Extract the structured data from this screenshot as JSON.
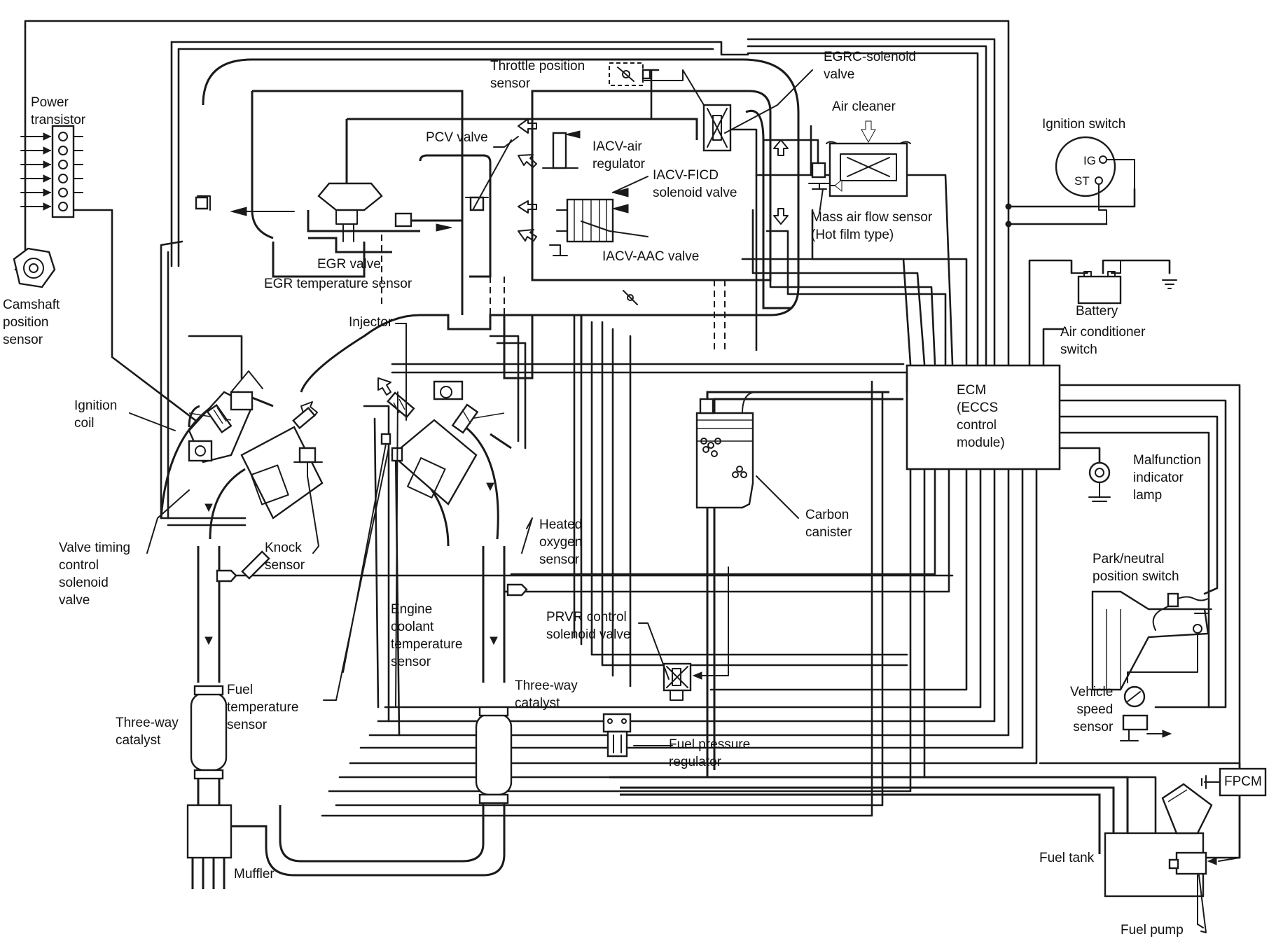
{
  "labels": {
    "power_transistor": [
      "Power",
      "transistor"
    ],
    "camshaft_position_sensor": [
      "Camshaft",
      "position",
      "sensor"
    ],
    "throttle_position_sensor": [
      "Throttle position",
      "sensor"
    ],
    "egrc_solenoid_valve": [
      "EGRC-solenoid",
      "valve"
    ],
    "air_cleaner": [
      "Air cleaner"
    ],
    "ignition_switch": [
      "Ignition switch"
    ],
    "pcv_valve": [
      "PCV valve"
    ],
    "iacv_air_regulator": [
      "IACV-air",
      "regulator"
    ],
    "iacv_ficd_solenoid_valve": [
      "IACV-FICD",
      "solenoid valve"
    ],
    "mass_air_flow_sensor": [
      "Mass air flow sensor",
      "(Hot film type)"
    ],
    "iacv_aac_valve": [
      "IACV-AAC valve"
    ],
    "egr_valve": [
      "EGR valve"
    ],
    "egr_temperature_sensor": [
      "EGR temperature sensor"
    ],
    "battery": [
      "Battery"
    ],
    "air_conditioner_switch": [
      "Air conditioner",
      "switch"
    ],
    "injector": [
      "Injector"
    ],
    "ecm": [
      "ECM",
      "(ECCS",
      "control",
      "module)"
    ],
    "ignition_coil": [
      "Ignition",
      "coil"
    ],
    "malfunction_indicator_lamp": [
      "Malfunction",
      "indicator",
      "lamp"
    ],
    "carbon_canister": [
      "Carbon",
      "canister"
    ],
    "valve_timing_control_solenoid_valve": [
      "Valve timing",
      "control",
      "solenoid",
      "valve"
    ],
    "knock_sensor": [
      "Knock",
      "sensor"
    ],
    "heated_oxygen_sensor": [
      "Heated",
      "oxygen",
      "sensor"
    ],
    "park_neutral_position_switch": [
      "Park/neutral",
      "position switch"
    ],
    "engine_coolant_temperature_sensor": [
      "Engine",
      "coolant",
      "temperature",
      "sensor"
    ],
    "prvr_control_solenoid_valve": [
      "PRVR control",
      "solenoid valve"
    ],
    "fuel_temperature_sensor": [
      "Fuel",
      "temperature",
      "sensor"
    ],
    "three_way_catalyst_left": [
      "Three-way",
      "catalyst"
    ],
    "three_way_catalyst_right": [
      "Three-way",
      "catalyst"
    ],
    "vehicle_speed_sensor": [
      "Vehicle",
      "speed",
      "sensor"
    ],
    "fuel_pressure_regulator": [
      "Fuel pressure",
      "regulator"
    ],
    "fpcm": [
      "FPCM"
    ],
    "fuel_tank": [
      "Fuel tank"
    ],
    "muffler": [
      "Muffler"
    ],
    "fuel_pump": [
      "Fuel pump"
    ]
  },
  "ignition_switch_positions": [
    "IG",
    "ST"
  ]
}
